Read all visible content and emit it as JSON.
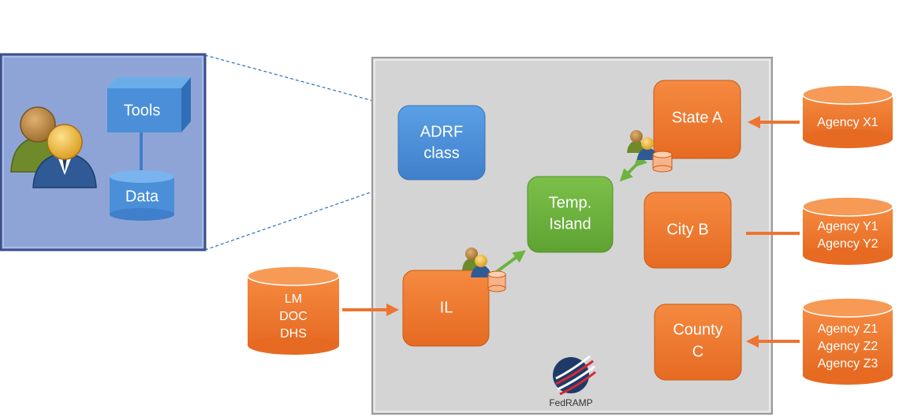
{
  "zoom_panel": {
    "tools_label": "Tools",
    "data_label": "Data",
    "users_icon": "users-icon"
  },
  "main_panel": {
    "logo_text": "FedRAMP",
    "logo_icon": "fedramp-logo-icon"
  },
  "nodes": {
    "adrf": [
      "ADRF",
      "class"
    ],
    "temp_island": [
      "Temp.",
      "Island"
    ],
    "il": [
      "IL"
    ],
    "state_a": [
      "State A"
    ],
    "city_b": [
      "City B"
    ],
    "county_c": [
      "County",
      "C"
    ]
  },
  "sources": {
    "federal": [
      "LM",
      "DOC",
      "DHS"
    ],
    "agency_x": [
      "Agency X1"
    ],
    "agency_y": [
      "Agency Y1",
      "Agency Y2"
    ],
    "agency_z": [
      "Agency Z1",
      "Agency Z2",
      "Agency Z3"
    ]
  },
  "colors": {
    "orange": "#ee7430",
    "blue": "#4a8fd8",
    "green": "#6db33f",
    "panel_gray": "#d4d4d4",
    "zoom_fill": "#8fa4d6"
  }
}
